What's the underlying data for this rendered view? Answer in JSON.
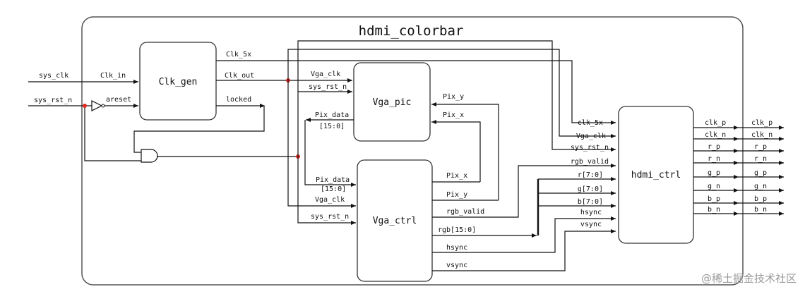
{
  "title": "hdmi_colorbar",
  "blocks": {
    "clk_gen": "Clk_gen",
    "vga_pic": "Vga_pic",
    "vga_ctrl": "Vga_ctrl",
    "hdmi_ctrl": "hdmi_ctrl"
  },
  "inputs": {
    "sys_clk": "sys_clk",
    "sys_rst_n": "sys_rst_n"
  },
  "clk_gen_ports": {
    "clk_in": "Clk_in",
    "areset": "areset",
    "clk_5x": "Clk_5x",
    "clk_out": "Clk_out",
    "locked": "locked"
  },
  "vga_pic_ports": {
    "vga_clk": "Vga_clk",
    "sys_rst_n": "sys_rst_n",
    "pix_data": "Pix_data",
    "pix_data_width": "[15:0]",
    "pix_y": "Pix_y",
    "pix_x": "Pix_x"
  },
  "vga_ctrl_ports": {
    "pix_data": "Pix_data",
    "pix_data_width": "[15:0]",
    "vga_clk": "Vga_clk",
    "sys_rst_n": "sys_rst_n",
    "pix_x": "Pix_x",
    "pix_y": "Pix_y",
    "rgb_valid": "rgb_valid",
    "rgb": "rgb[15:0]",
    "hsync": "hsync",
    "vsync": "vsync"
  },
  "hdmi_ctrl_inputs": [
    "clk_5x",
    "Vga_clk",
    "sys_rst_n",
    "rgb_valid",
    "r[7:0]",
    "g[7:0]",
    "b[7:0]",
    "hsync",
    "vsync"
  ],
  "hdmi_ctrl_outputs": [
    "clk_p",
    "clk_n",
    "r_p",
    "r_n",
    "g_p",
    "g_n",
    "b_p",
    "b_n"
  ],
  "watermark": "@稀土掘金技术社区",
  "colors": {
    "junction": "#e0281e",
    "line": "#111111"
  }
}
